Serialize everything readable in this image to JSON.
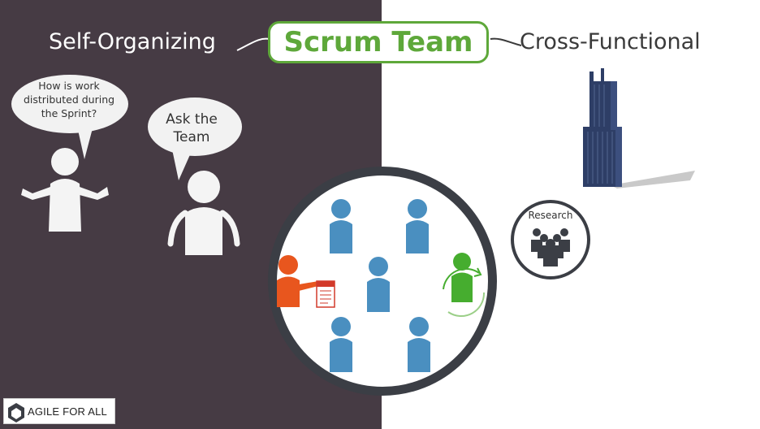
{
  "header": {
    "left_label": "Self-Organizing",
    "title": "Scrum Team",
    "right_label": "Cross-Functional"
  },
  "bubbles": {
    "question": "How is work distributed during the Sprint?",
    "answer": "Ask the Team"
  },
  "research": {
    "label": "Research"
  },
  "logo": {
    "text": "AGILE FOR ALL"
  },
  "colors": {
    "dark_panel": "#463b44",
    "accent_green": "#5ea83a",
    "team_blue": "#4a8fc0",
    "orange": "#e8561e",
    "building": "#2e3e66"
  },
  "icons": [
    "speech-bubble-icon",
    "person-icon",
    "building-icon",
    "research-group-icon",
    "document-icon",
    "cycle-arrows-icon",
    "agile-for-all-logo-icon"
  ]
}
